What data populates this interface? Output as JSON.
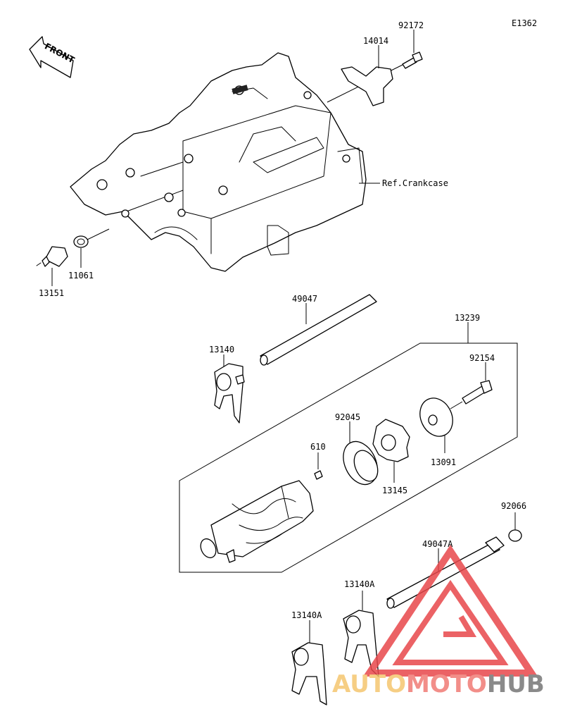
{
  "diagram_code": "E1362",
  "front_label": "FRONT",
  "reference_label": "Ref.Crankcase",
  "parts": {
    "p92172": "92172",
    "p14014": "14014",
    "p13151": "13151",
    "p11061": "11061",
    "p49047": "49047",
    "p13239": "13239",
    "p13140": "13140",
    "p92154": "92154",
    "p92045": "92045",
    "p610": "610",
    "p13091": "13091",
    "p13145": "13145",
    "p92066": "92066",
    "p49047A": "49047A",
    "p13140A_1": "13140A",
    "p13140A_2": "13140A"
  },
  "watermark": {
    "part1": "AUTO",
    "part2": "MOTO",
    "part3": "HUB",
    "colors": {
      "auto": "#f5c66f",
      "moto": "#f07b75",
      "hub": "#767676",
      "triangle": "#e8474b"
    }
  }
}
